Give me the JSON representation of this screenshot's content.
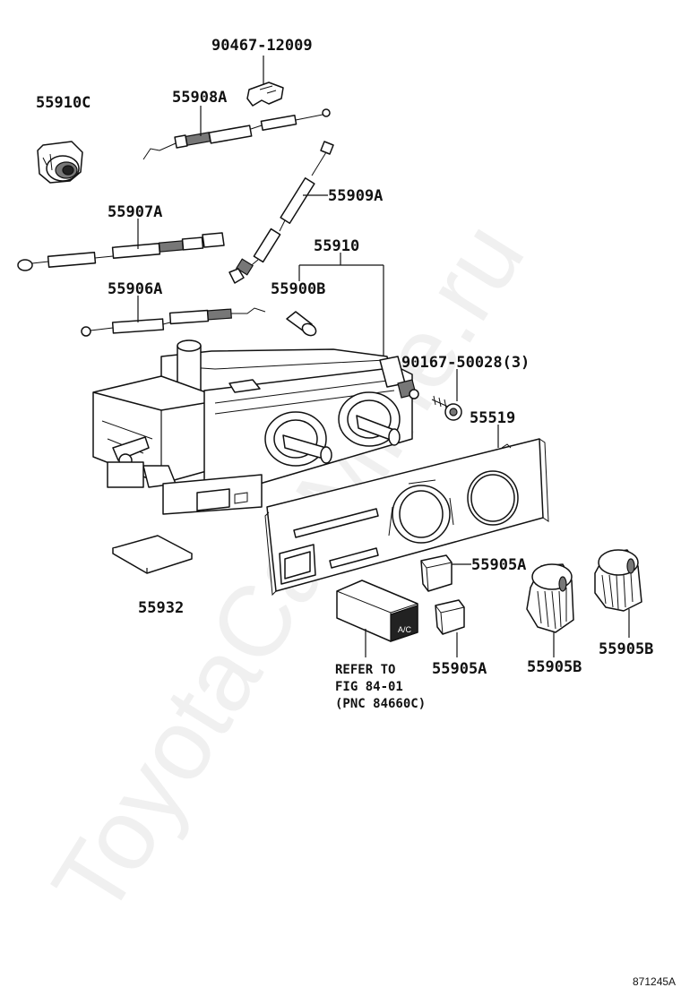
{
  "watermark": "ToyotaCarMine.ru",
  "figure_code": "871245A",
  "labels": {
    "p90467": "90467-12009",
    "p55910C": "55910C",
    "p55908A": "55908A",
    "p55909A": "55909A",
    "p55907A": "55907A",
    "p55910": "55910",
    "p55906A": "55906A",
    "p55900B": "55900B",
    "p90167": "90167-50028(3)",
    "p55519": "55519",
    "p55905A_1": "55905A",
    "p55932": "55932",
    "p55905A_2": "55905A",
    "p55905B_1": "55905B",
    "p55905B_2": "55905B"
  },
  "refer_note": {
    "line1": "REFER TO",
    "line2": "FIG 84-01",
    "line3": "(PNC 84660C)"
  },
  "switch_symbol": "A/C"
}
